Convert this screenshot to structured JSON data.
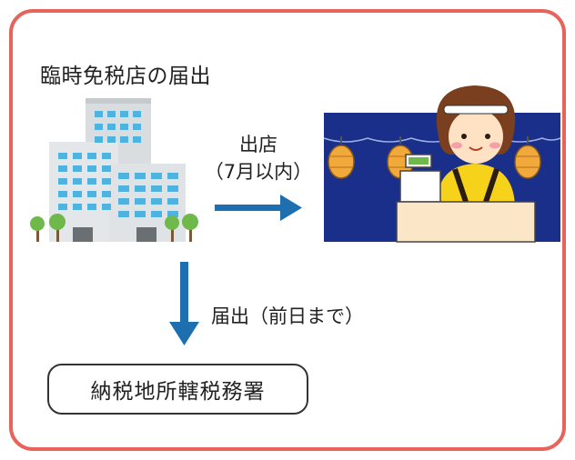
{
  "diagram": {
    "title": "臨時免税店の届出",
    "shop_arrow": {
      "line1": "出店",
      "line2": "（7月以内）"
    },
    "report_arrow": {
      "label": "届出（前日まで）"
    },
    "tax_office": {
      "label": "納税地所轄税務署"
    }
  },
  "colors": {
    "frame_border": "#e8635b",
    "arrow": "#1e6fb0",
    "stall_background": "#1a2f8a",
    "lantern": "#f2a93b",
    "vendor_shirt": "#f7d21a",
    "counter": "#fbe7c8",
    "building": "#d9dde0",
    "window": "#4fb3e0",
    "tree": "#6fb84a"
  },
  "icons": [
    "office-building-icon",
    "festival-stall-icon",
    "vendor-person-icon",
    "lantern-icon",
    "cash-register-icon",
    "tree-icon"
  ]
}
